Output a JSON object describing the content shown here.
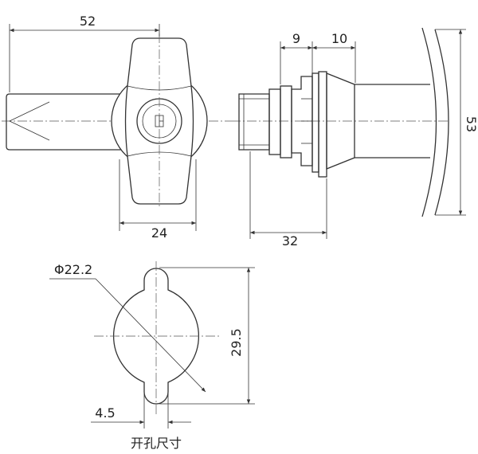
{
  "dimensions": {
    "handle_length": "52",
    "spacer_width": "9",
    "nut_width": "10",
    "panel_height": "53",
    "handle_width": "24",
    "body_length": "32",
    "hole_diameter": "Φ22.2",
    "hole_height": "29.5",
    "tab_width": "4.5"
  },
  "labels": {
    "cutout_caption": "开孔尺寸"
  }
}
